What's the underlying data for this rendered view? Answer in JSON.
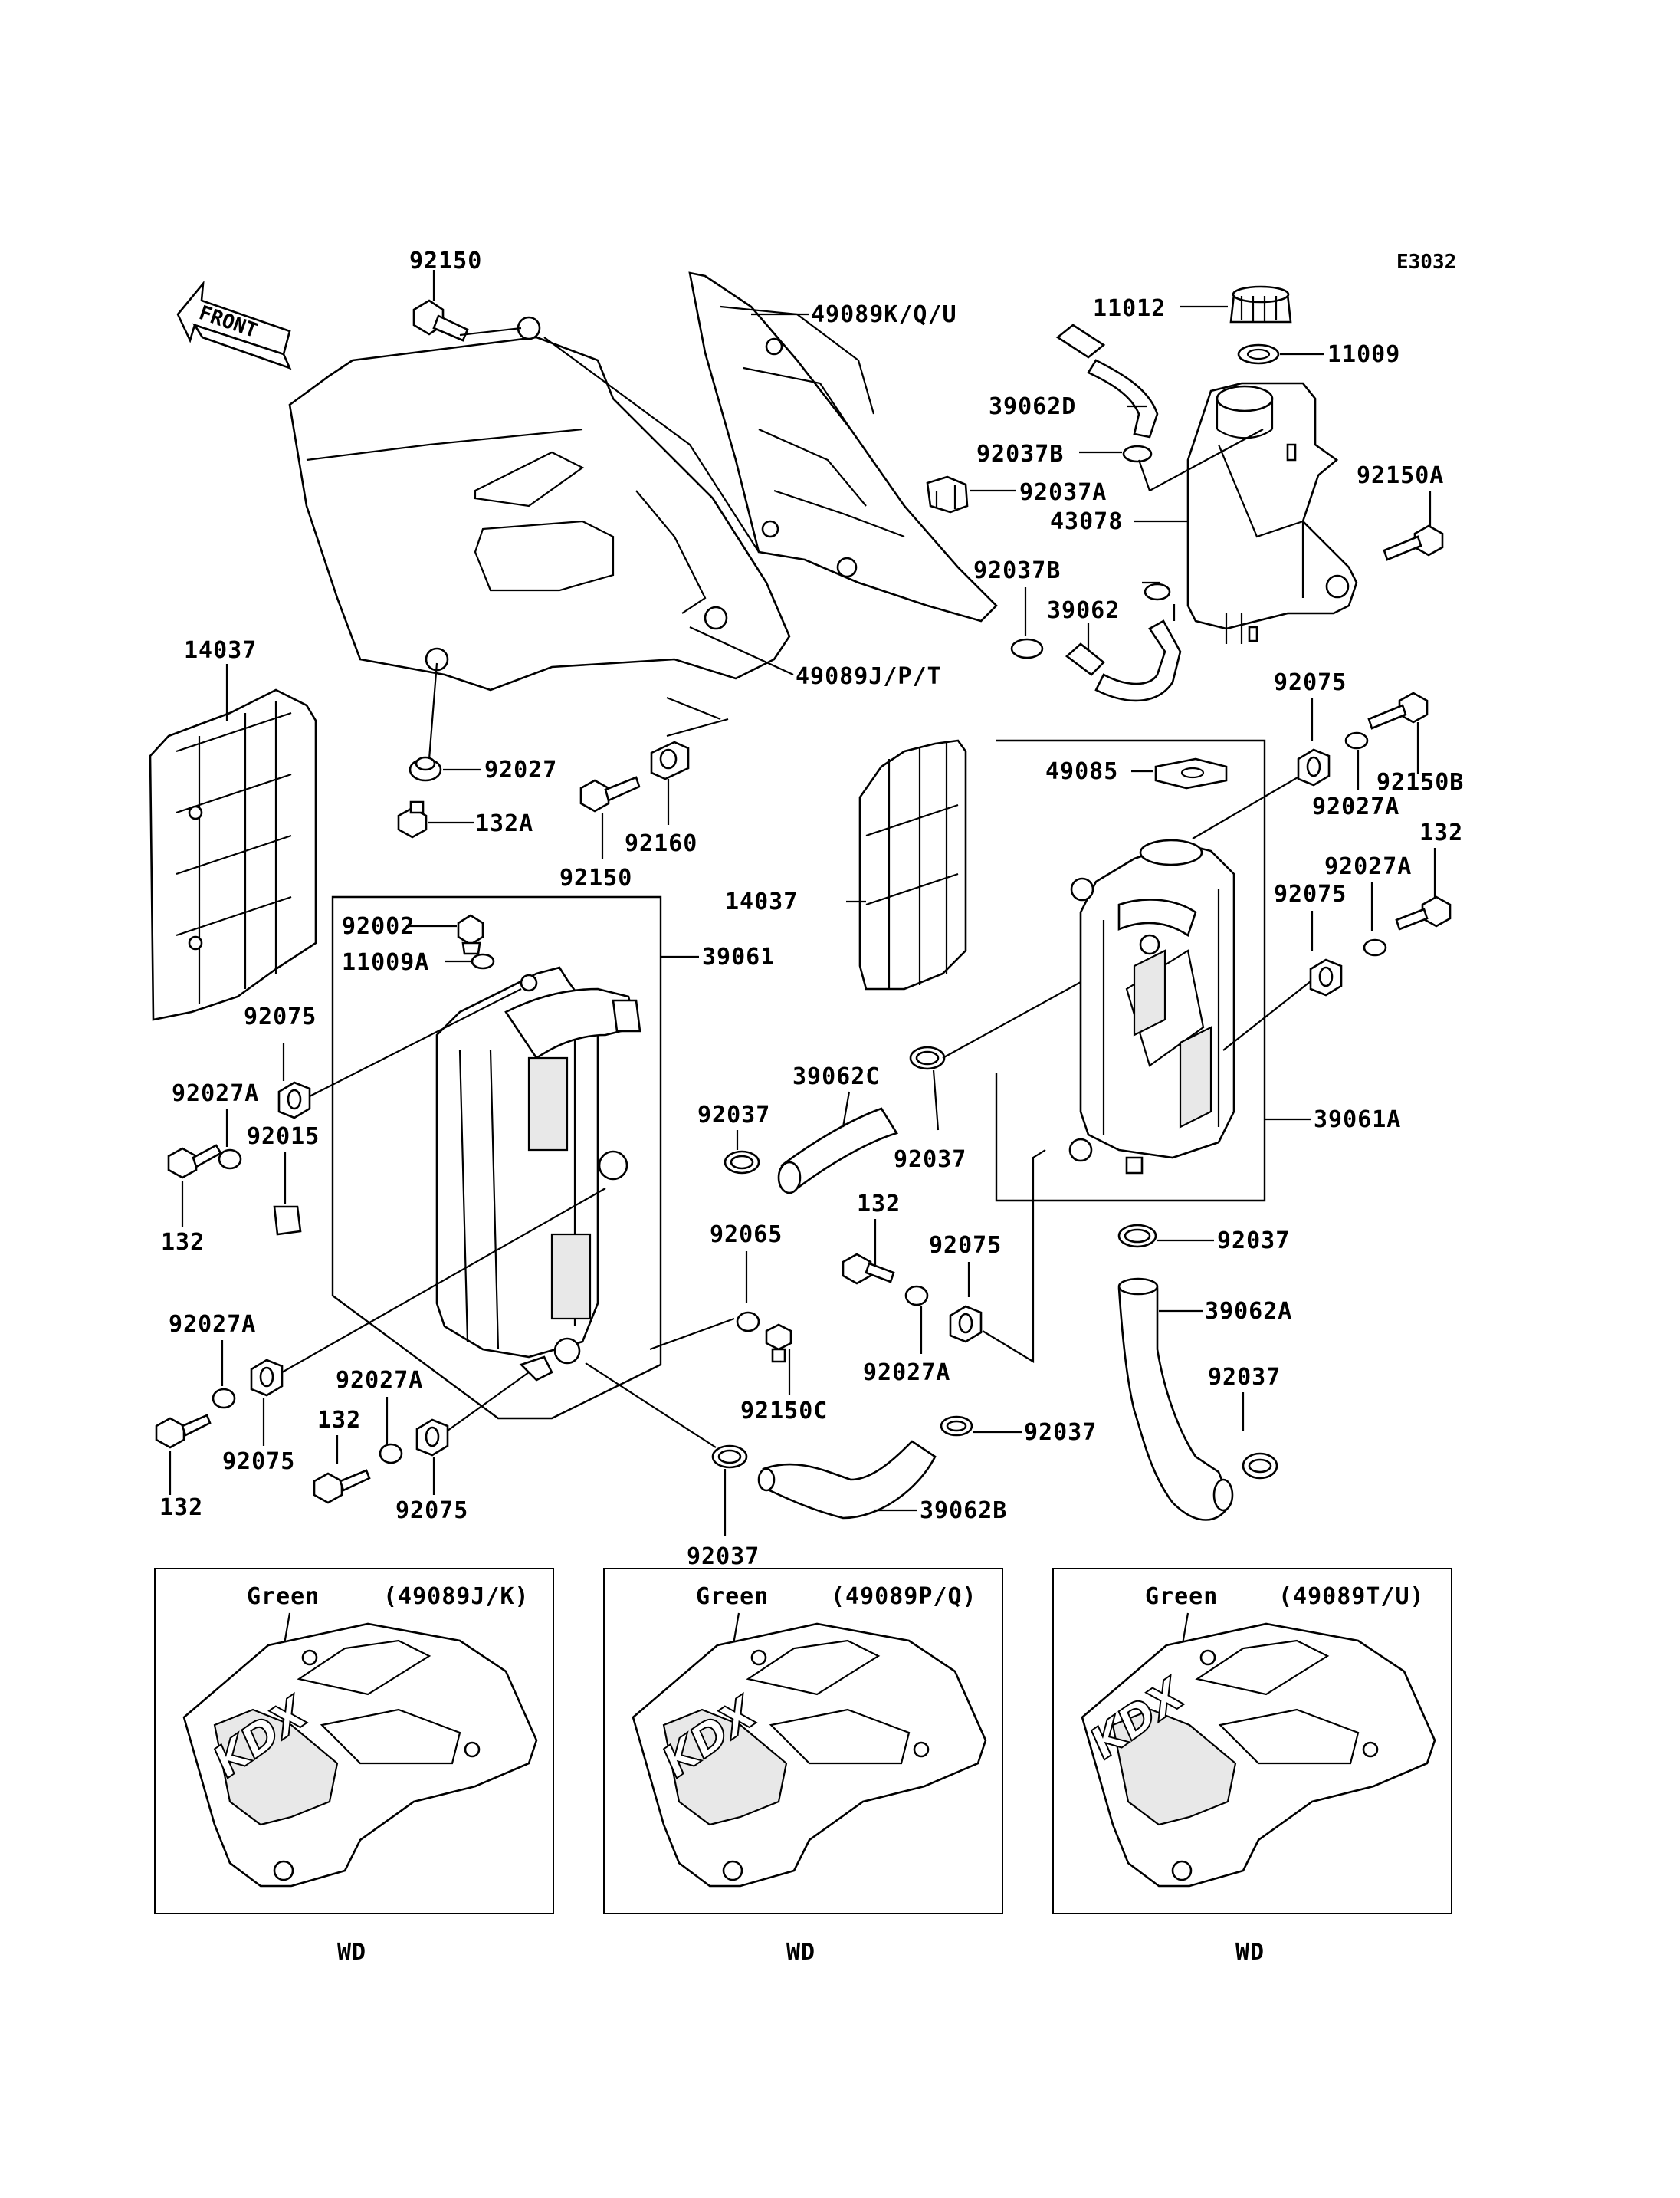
{
  "diagram_code": "E3032",
  "front_label": "FRONT",
  "parts": {
    "p92150_top": "92150",
    "p49089kqu": "49089K/Q/U",
    "p11012": "11012",
    "p11009": "11009",
    "p39062d": "39062D",
    "p92037b_1": "92037B",
    "p92037a": "92037A",
    "p43078": "43078",
    "p92150a": "92150A",
    "p92037b_2": "92037B",
    "p39062": "39062",
    "p49089jpt": "49089J/P/T",
    "p14037_left": "14037",
    "p92027": "92027",
    "p132a": "132A",
    "p92160": "92160",
    "p92150_mid": "92150",
    "p92075_r1": "92075",
    "p92150b": "92150B",
    "p49085": "49085",
    "p92027a_r1": "92027A",
    "p132_r1": "132",
    "p14037_mid": "14037",
    "p92027a_r2": "92027A",
    "p92075_r2": "92075",
    "p92002": "92002",
    "p11009a": "11009A",
    "p39061": "39061",
    "p92075_l1": "92075",
    "p92027a_l1": "92027A",
    "p92015": "92015",
    "p132_l1": "132",
    "p39062c": "39062C",
    "p92037_c1": "92037",
    "p92037_c2": "92037",
    "p39061a": "39061A",
    "p132_c": "132",
    "p92065": "92065",
    "p92075_c": "92075",
    "p92037_r": "92037",
    "p39062a": "39062A",
    "p92027a_l2": "92027A",
    "p92027a_l3": "92027A",
    "p132_l2": "132",
    "p92150c": "92150C",
    "p92027a_c": "92027A",
    "p92037_r2": "92037",
    "p92037_r3": "92037",
    "p92075_l2": "92075",
    "p132_l3": "132",
    "p92075_l3": "92075",
    "p39062b": "39062B",
    "p92037_b": "92037"
  },
  "variants": [
    {
      "color": "Green",
      "code": "(49089J/K)",
      "caption": "WD",
      "graphic": "KDX"
    },
    {
      "color": "Green",
      "code": "(49089P/Q)",
      "caption": "WD",
      "graphic": "KDX"
    },
    {
      "color": "Green",
      "code": "(49089T/U)",
      "caption": "WD",
      "graphic": "KDX"
    }
  ]
}
